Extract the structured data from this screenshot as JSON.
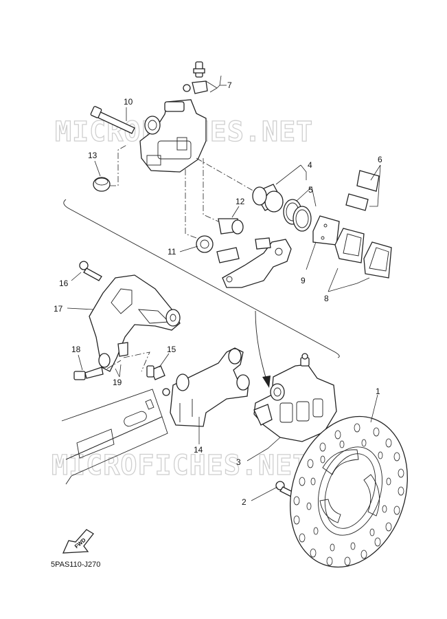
{
  "diagram": {
    "code": "5PAS110-J270",
    "fwd_label": "FWD",
    "watermark_top": "MICROFICHES.NET",
    "watermark_bottom": "MICROFICHES.NET",
    "callouts": [
      {
        "id": "c1",
        "label": "1"
      },
      {
        "id": "c2",
        "label": "2"
      },
      {
        "id": "c3",
        "label": "3"
      },
      {
        "id": "c4",
        "label": "4"
      },
      {
        "id": "c5",
        "label": "5"
      },
      {
        "id": "c6",
        "label": "6"
      },
      {
        "id": "c7",
        "label": "7"
      },
      {
        "id": "c8",
        "label": "8"
      },
      {
        "id": "c9",
        "label": "9"
      },
      {
        "id": "c10",
        "label": "10"
      },
      {
        "id": "c11",
        "label": "11"
      },
      {
        "id": "c12",
        "label": "12"
      },
      {
        "id": "c13",
        "label": "13"
      },
      {
        "id": "c14",
        "label": "14"
      },
      {
        "id": "c15",
        "label": "15"
      },
      {
        "id": "c16",
        "label": "16"
      },
      {
        "id": "c17",
        "label": "17"
      },
      {
        "id": "c18",
        "label": "18"
      },
      {
        "id": "c19",
        "label": "19"
      }
    ]
  }
}
